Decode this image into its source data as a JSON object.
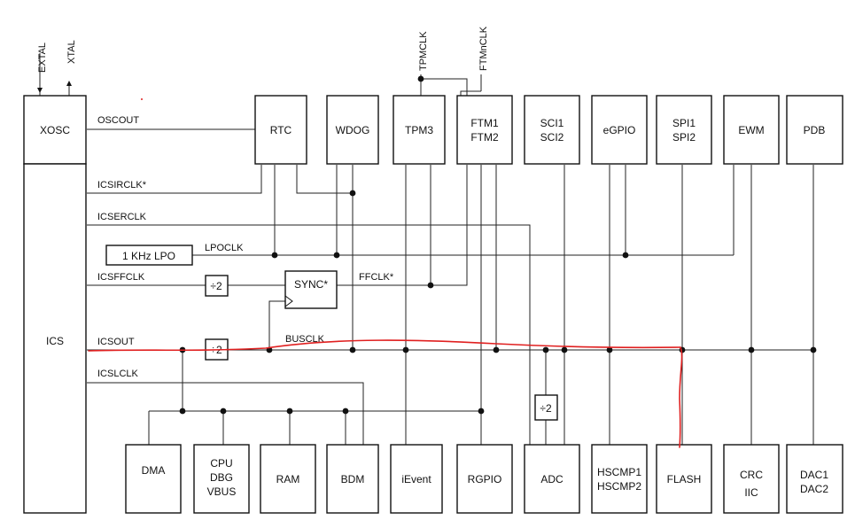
{
  "blocks": {
    "xosc": "XOSC",
    "ics": "ICS",
    "rtc": "RTC",
    "wdog": "WDOG",
    "tpm3": "TPM3",
    "ftm": [
      "FTM1",
      "FTM2"
    ],
    "sci": [
      "SCI1",
      "SCI2"
    ],
    "egpio": "eGPIO",
    "spi": [
      "SPI1",
      "SPI2"
    ],
    "ewm": "EWM",
    "pdb": "PDB",
    "lpo": "1 KHz LPO",
    "sync": "SYNC*",
    "div2": "÷2",
    "dma": "DMA",
    "cpu": [
      "CPU",
      "DBG",
      "VBUS"
    ],
    "ram": "RAM",
    "bdm": "BDM",
    "ievent": "iEvent",
    "rgpio": "RGPIO",
    "adc": "ADC",
    "hscmp": [
      "HSCMP1",
      "HSCMP2"
    ],
    "flash": "FLASH",
    "crc": [
      "CRC",
      "IIC"
    ],
    "dac": [
      "DAC1",
      "DAC2"
    ]
  },
  "signals": {
    "extal": "EXTAL",
    "xtal": "XTAL",
    "tpmclk": "TPMCLK",
    "ftmnclk": "FTMnCLK",
    "oscout": "OSCOUT",
    "icsirclk": "ICSIRCLK*",
    "icserclk": "ICSERCLK",
    "lpoclk": "LPOCLK",
    "icsffclk": "ICSFFCLK",
    "ffclk": "FFCLK*",
    "icsout": "ICSOUT",
    "busclk": "BUSCLK",
    "icslclk": "ICSLCLK"
  },
  "colors": {
    "line": "#222222",
    "annotation": "#e02020"
  }
}
